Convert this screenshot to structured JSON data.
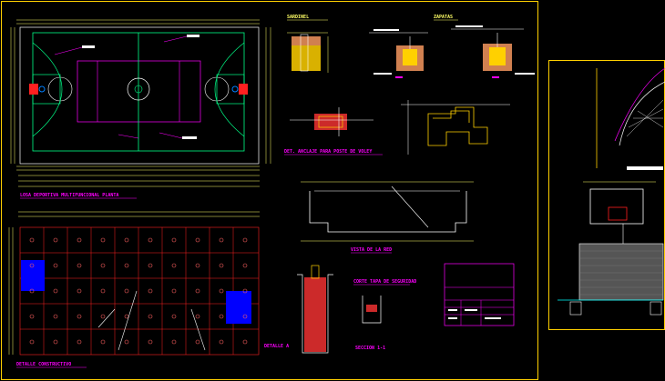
{
  "drawing": {
    "colors": {
      "background": "#000000",
      "frame": "#ffd000",
      "court_lines": "#00ff88",
      "court_boundary": "#ffffff",
      "magenta": "#ff00ff",
      "dimension": "#ffff66",
      "grid": "#ff0000",
      "highlight_fill": "#0000ff",
      "section_red": "#cc2a2a",
      "cyan": "#00ffff"
    },
    "titles": {
      "court_plan": "LOSA DEPORTIVA MULTIFUNCIONAL PLANTA",
      "construction_detail": "DETALLE  CONSTRUCTIVO",
      "sardinel": "SARDINEL",
      "zapatas": "ZAPATAS",
      "anchor_detail": "DET. ANCLAJE PARA POSTE DE VOLEY",
      "wall_view": "VISTA DE LA RED",
      "safety_cut": "CORTE TAPA DE SEGURIDAD",
      "detail_a": "DETALLE A",
      "section": "SECCION 1-1"
    }
  }
}
